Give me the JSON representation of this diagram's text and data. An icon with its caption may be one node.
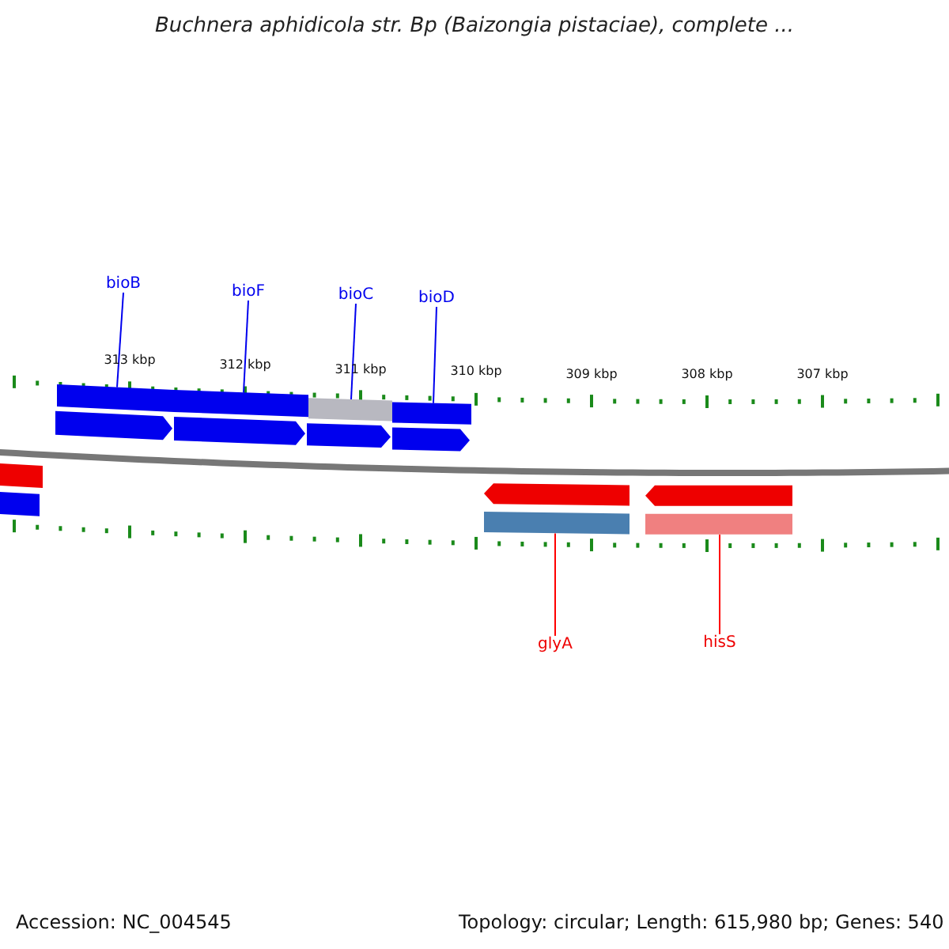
{
  "diagram": {
    "title": "Buchnera aphidicola str. Bp (Baizongia pistaciae), complete ...",
    "nodes": [
      {
        "text": [
          "bioB"
        ]
      },
      {
        "text": [
          "bioF"
        ]
      },
      {
        "text": [
          "bioC"
        ]
      },
      {
        "text": [
          "bioD"
        ]
      },
      {
        "text": [
          "glyA"
        ]
      },
      {
        "text": [
          "hisS"
        ]
      },
      {
        "text": [],
        "shape": "bar"
      },
      {
        "text": [],
        "shape": "bar"
      },
      {
        "text": [],
        "shape": "bar"
      },
      {
        "text": [],
        "shape": "bar"
      },
      {
        "text": [],
        "shape": "bar"
      },
      {
        "text": [],
        "shape": "bar"
      },
      {
        "text": [],
        "shape": "arrow"
      },
      {
        "text": [],
        "shape": "arrow"
      },
      {
        "text": [],
        "shape": "arrow"
      },
      {
        "text": [],
        "shape": "arrow"
      },
      {
        "text": [],
        "shape": "bar"
      },
      {
        "text": [],
        "shape": "bar"
      },
      {
        "text": [],
        "shape": "arrow"
      },
      {
        "text": [],
        "shape": "arrow"
      }
    ],
    "edges": [
      {
        "from": 0,
        "to": 6,
        "arrow": "none"
      },
      {
        "from": 1,
        "to": 7,
        "arrow": "none"
      },
      {
        "from": 2,
        "to": 8,
        "arrow": "none"
      },
      {
        "from": 3,
        "to": 9,
        "arrow": "none"
      },
      {
        "from": 4,
        "to": 10,
        "arrow": "none",
        "color": "#ff0000"
      },
      {
        "from": 5,
        "to": 11,
        "arrow": "none",
        "color": "#ff0000"
      }
    ],
    "labels": [
      "313 kbp",
      "312 kbp",
      "311 kbp",
      "310 kbp",
      "309 kbp",
      "308 kbp",
      "307 kbp",
      "Accession: NC_004545",
      "Topology: circular; Length: 615,980 bp; Genes: 540"
    ]
  }
}
